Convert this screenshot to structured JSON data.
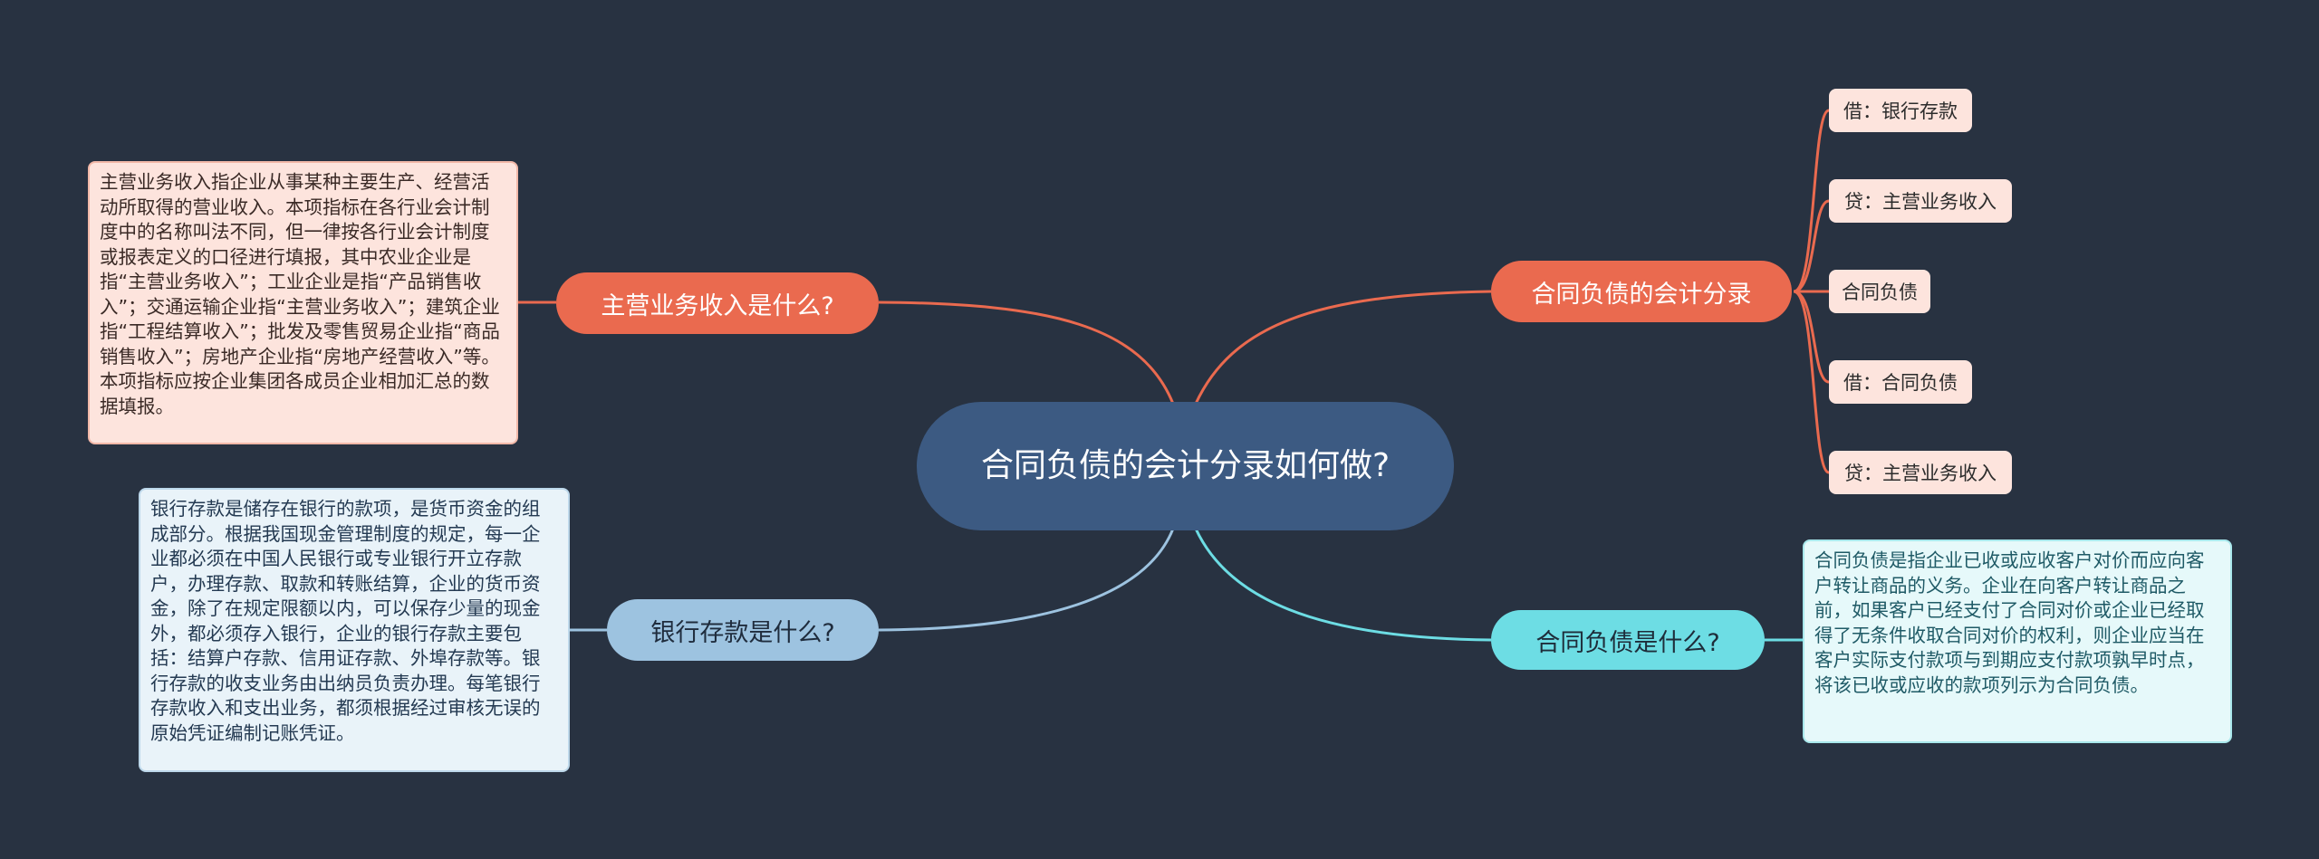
{
  "center": {
    "title": "合同负债的会计分录如何做?"
  },
  "branches": {
    "entries": {
      "label": "合同负债的会计分录",
      "color": "#ea6a4f",
      "leaves": [
        "借：银行存款",
        "贷：主营业务收入",
        "合同负债",
        "借：合同负债",
        "贷：主营业务收入"
      ]
    },
    "main_revenue": {
      "label": "主营业务收入是什么?",
      "color": "#ea6a4f",
      "note": "主营业务收入指企业从事某种主要生产、经营活动所取得的营业收入。本项指标在各行业会计制度中的名称叫法不同，但一律按各行业会计制度或报表定义的口径进行填报，其中农业企业是指“主营业务收入”；工业企业是指“产品销售收入”；交通运输企业指“主营业务收入”；建筑企业指“工程结算收入”；批发及零售贸易企业指“商品销售收入”；房地产企业指“房地产经营收入”等。本项指标应按企业集团各成员企业相加汇总的数据填报。"
    },
    "bank_deposit": {
      "label": "银行存款是什么?",
      "color": "#9dc3e0",
      "note": "银行存款是储存在银行的款项，是货币资金的组成部分。根据我国现金管理制度的规定，每一企业都必须在中国人民银行或专业银行开立存款户，办理存款、取款和转账结算，企业的货币资金，除了在规定限额以内，可以保存少量的现金外，都必须存入银行，企业的银行存款主要包括：结算户存款、信用证存款、外埠存款等。银行存款的收支业务由出纳员负责办理。每笔银行存款收入和支出业务，都须根据经过审核无误的原始凭证编制记账凭证。"
    },
    "contract_liability": {
      "label": "合同负债是什么?",
      "color": "#6ddde4",
      "note": "合同负债是指企业已收或应收客户对价而应向客户转让商品的义务。企业在向客户转让商品之前，如果客户已经支付了合同对价或企业已经取得了无条件收取合同对价的权利，则企业应当在客户实际支付款项与到期应支付款项孰早时点，将该已收或应收的款项列示为合同负债。"
    }
  }
}
